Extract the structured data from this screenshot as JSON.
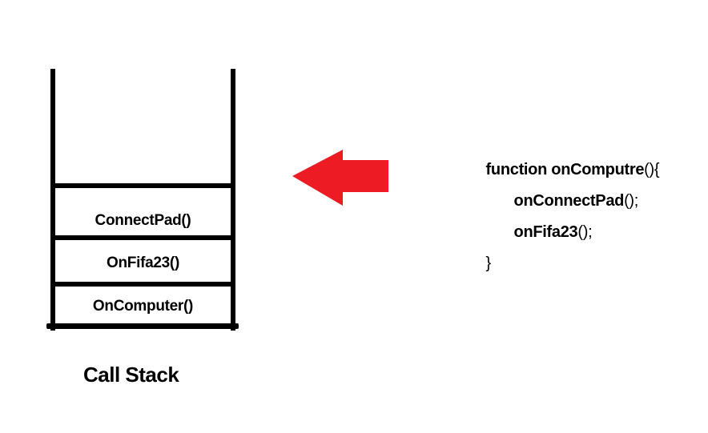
{
  "stack": {
    "caption": "Call Stack",
    "items": [
      "ConnectPad()",
      "OnFifa23()",
      "OnComputer()"
    ]
  },
  "arrow": {
    "direction": "left",
    "color": "#ED1C24"
  },
  "code": {
    "lines": [
      {
        "keyword": "function onComputre",
        "punct": "(){"
      },
      {
        "keyword": "onConnectPad",
        "punct": "();"
      },
      {
        "keyword": "onFifa23",
        "punct": "();"
      },
      {
        "keyword": "",
        "punct": "}"
      }
    ]
  },
  "colors": {
    "ink": "#000000",
    "background": "#ffffff",
    "arrow_red": "#ED1C24"
  }
}
